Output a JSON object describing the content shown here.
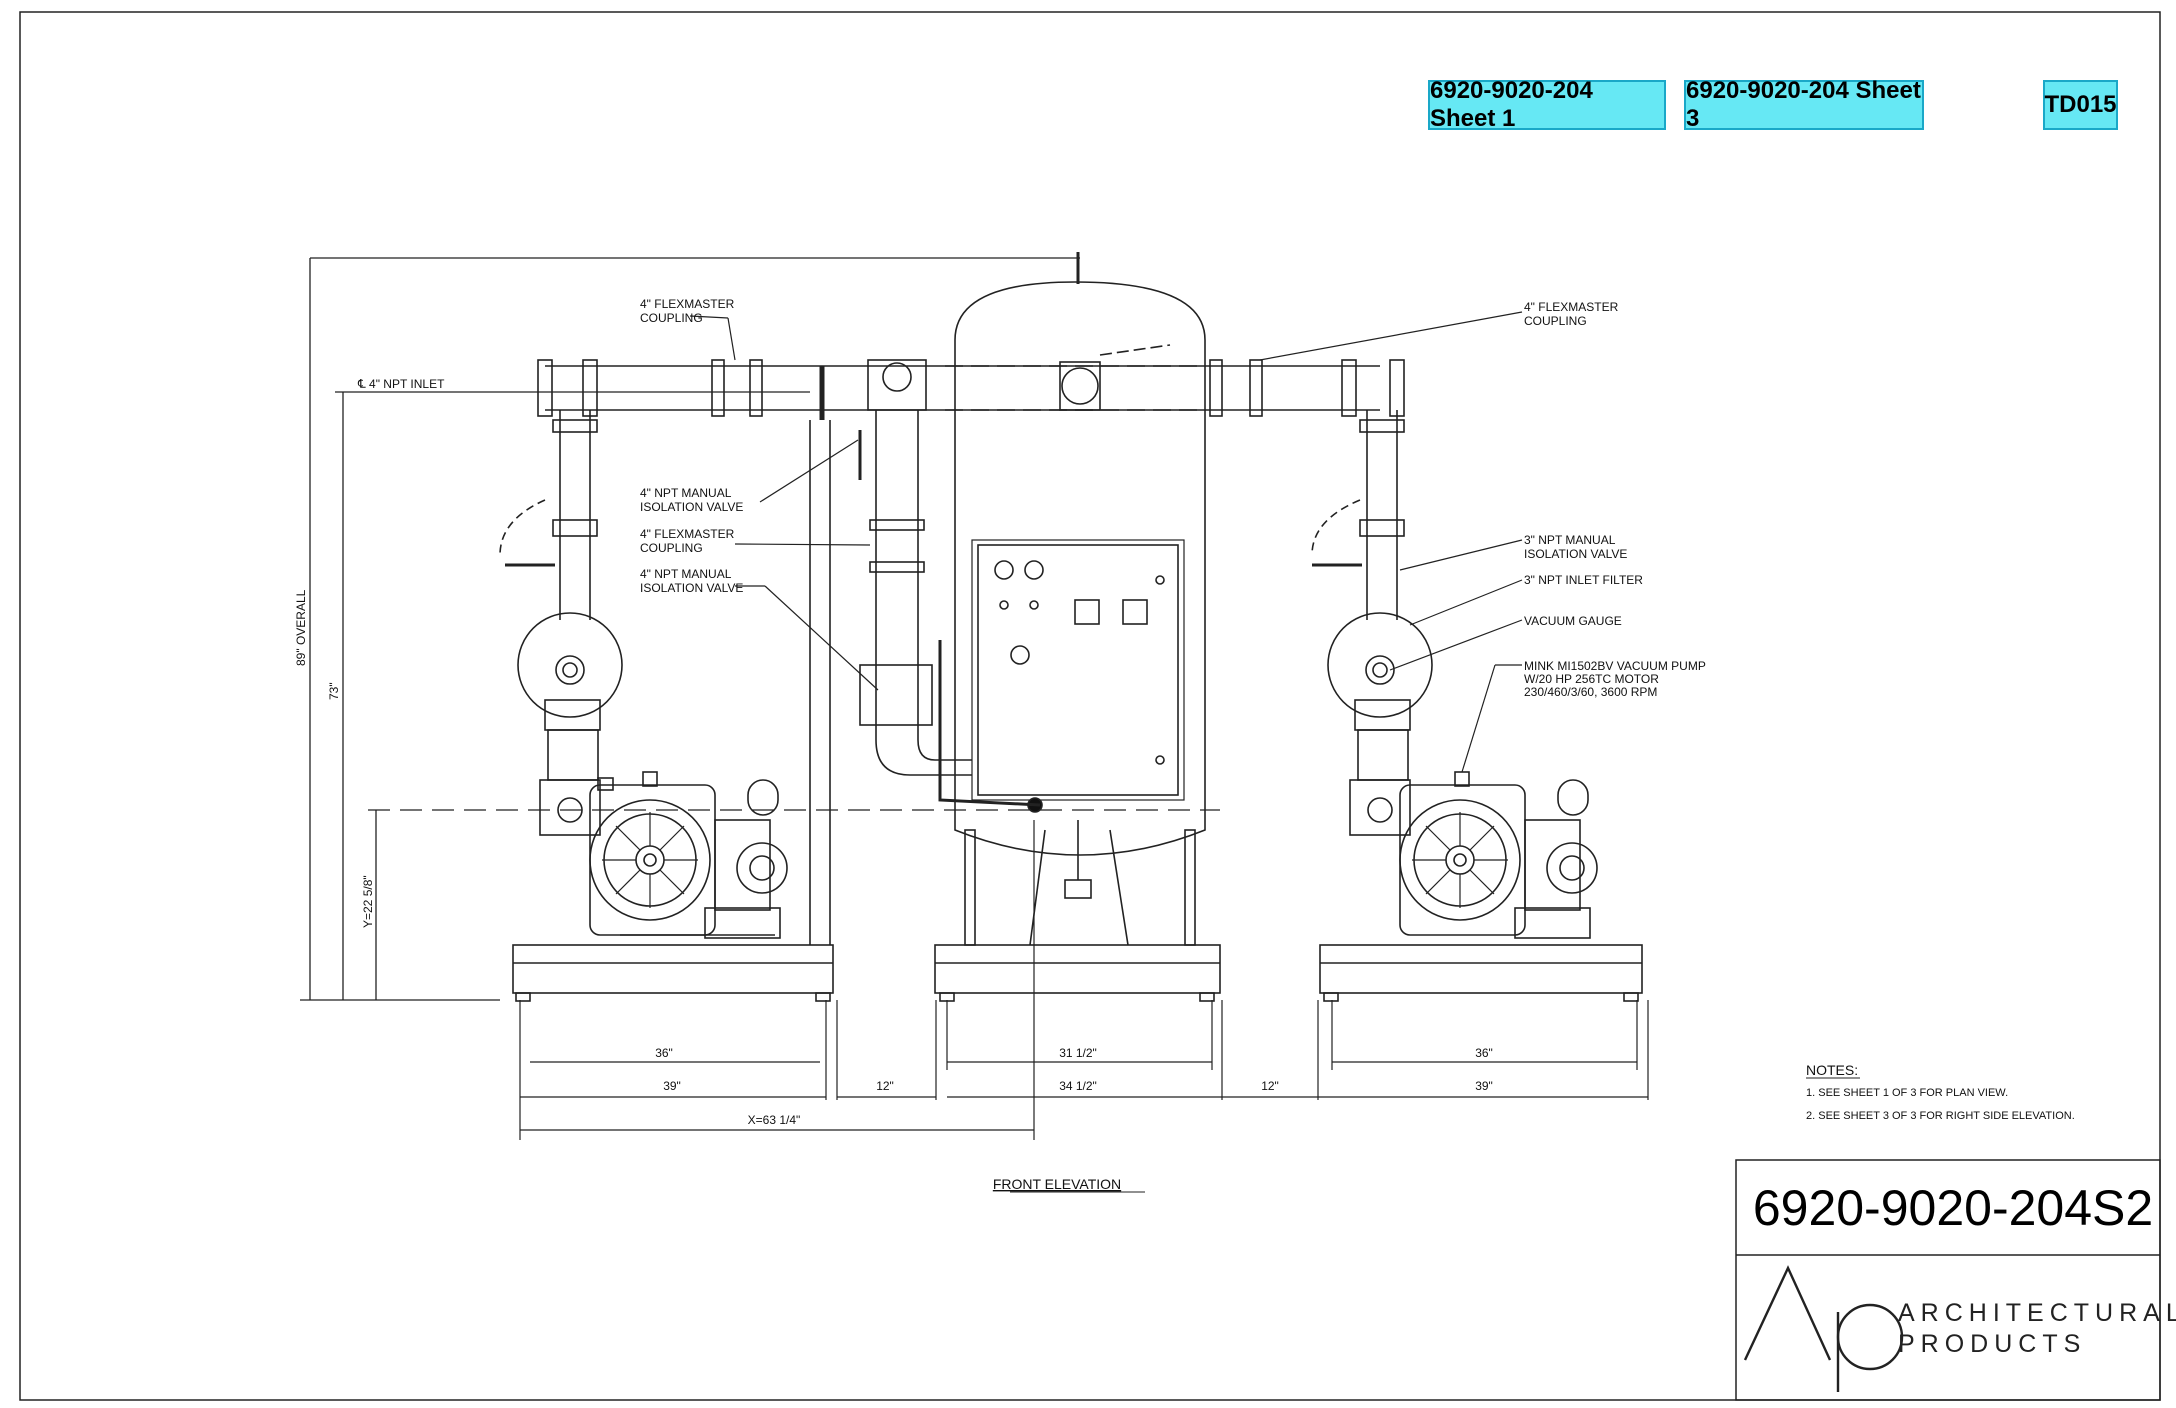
{
  "links": {
    "sheet1": "6920-9020-204 Sheet 1",
    "sheet3": "6920-9020-204 Sheet 3",
    "td": "TD015"
  },
  "labels": {
    "flex_left": [
      "4\" FLEXMASTER",
      "COUPLING"
    ],
    "flex_right": [
      "4\" FLEXMASTER",
      "COUPLING"
    ],
    "inlet": "℄ 4\" NPT INLET",
    "iso1": [
      "4\" NPT MANUAL",
      "ISOLATION VALVE"
    ],
    "flex_mid": [
      "4\" FLEXMASTER",
      "COUPLING"
    ],
    "iso2": [
      "4\" NPT MANUAL",
      "ISOLATION VALVE"
    ],
    "iso3": [
      "3\" NPT MANUAL",
      "ISOLATION VALVE"
    ],
    "filter": "3\" NPT INLET FILTER",
    "gauge": "VACUUM GAUGE",
    "pump": [
      "MINK MI1502BV VACUUM PUMP",
      "W/20 HP 256TC MOTOR",
      "230/460/3/60, 3600 RPM"
    ]
  },
  "dimensions": {
    "overall": "89\" OVERALL",
    "d73": "73\"",
    "y": "Y=22 5/8\"",
    "d36a": "36\"",
    "d39a": "39\"",
    "d12a": "12\"",
    "d31": "31 1/2\"",
    "d34": "34 1/2\"",
    "d12b": "12\"",
    "d36b": "36\"",
    "d39b": "39\"",
    "x": "X=63 1/4\""
  },
  "view_title": "FRONT ELEVATION",
  "notes": {
    "heading": "NOTES:",
    "items": [
      "1.   SEE SHEET 1 OF 3 FOR PLAN VIEW.",
      "2.   SEE SHEET 3 OF 3 FOR RIGHT SIDE ELEVATION."
    ]
  },
  "title_block": {
    "drawing_number": "6920-9020-204S2",
    "company_line1": "ARCHITECTURAL",
    "company_line2": "PRODUCTS",
    "logo_letters": "Ap"
  }
}
